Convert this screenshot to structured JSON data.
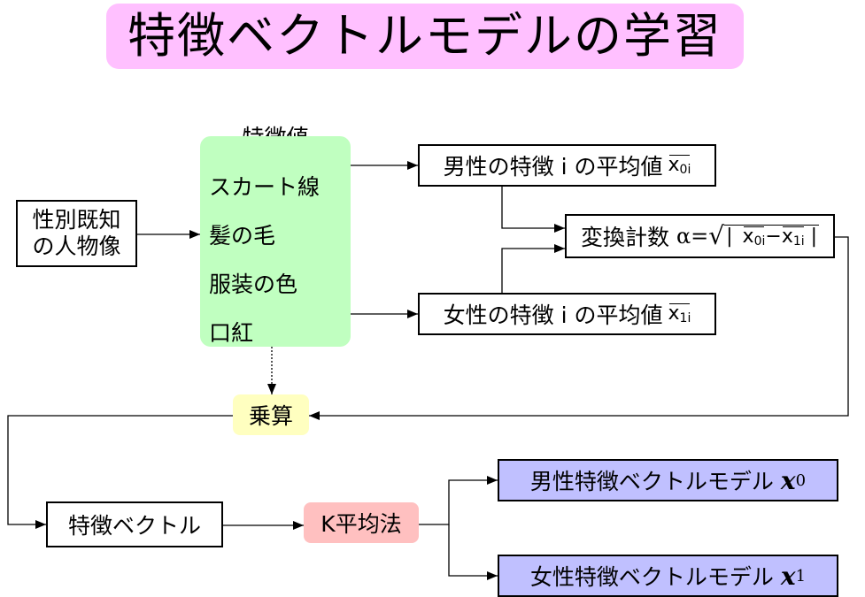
{
  "title": "特徴ベクトルモデルの学習",
  "colors": {
    "title_bg": "#ffc0ff",
    "feature_bg": "#c0ffc0",
    "multiply_bg": "#ffffc0",
    "kmeans_bg": "#ffc0c0",
    "model_bg": "#c0c0ff"
  },
  "input": {
    "line1": "性別既知",
    "line2": "の人物像"
  },
  "features": {
    "label": "特徴値",
    "items": [
      "スカート線",
      "髪の毛",
      "服装の色",
      "口紅"
    ]
  },
  "male_mean": {
    "text": "男性の特徴 i の平均値",
    "var": "x",
    "sub": "0i"
  },
  "female_mean": {
    "text": "女性の特徴 i の平均値",
    "var": "x",
    "sub": "1i"
  },
  "alpha": {
    "label": "変換計数",
    "symbol": "α=",
    "sqrt": "√",
    "abs_open": "|",
    "var_a": "x",
    "sub_a": "0i",
    "minus": "−",
    "var_b": "x",
    "sub_b": "1i",
    "abs_close": "|"
  },
  "multiply": "乗算",
  "feature_vector": "特徴ベクトル",
  "kmeans": "K平均法",
  "male_model": {
    "text": "男性特徴ベクトルモデル",
    "var": "x",
    "sub": "0"
  },
  "female_model": {
    "text": "女性特徴ベクトルモデル",
    "var": "x",
    "sub": "1"
  }
}
